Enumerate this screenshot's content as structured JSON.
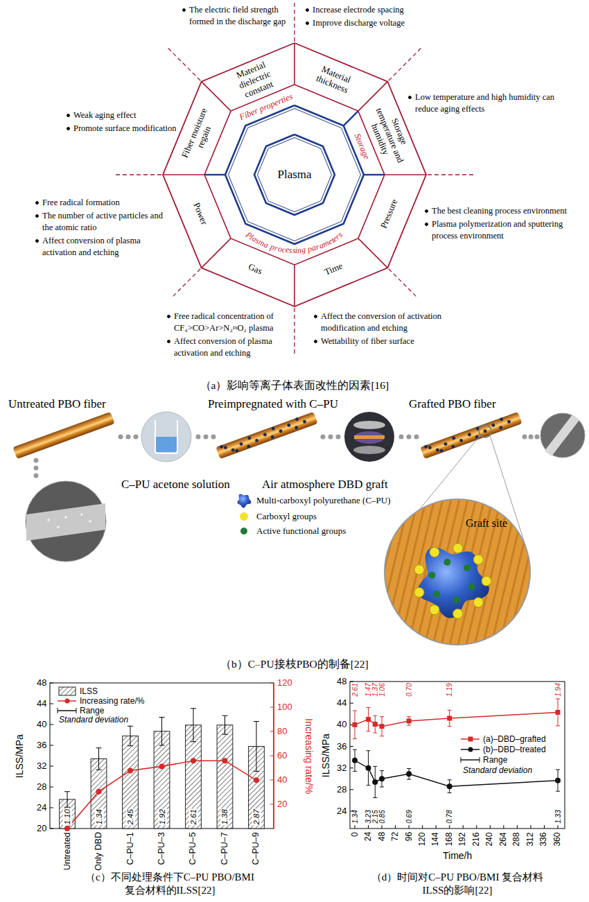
{
  "diagram": {
    "nodes": [
      {
        "text": [
          "Material dielectric constant"
        ]
      },
      {
        "text": [
          "Material thickness"
        ]
      },
      {
        "text": [
          "Storage temperature and humidity"
        ]
      },
      {
        "text": [
          "Pressure"
        ]
      },
      {
        "text": [
          "Time"
        ]
      },
      {
        "text": [
          "Gas"
        ]
      },
      {
        "text": [
          "Power"
        ]
      },
      {
        "text": [
          "Fiber moisture regain"
        ]
      },
      {
        "text": [
          "Fiber properties"
        ]
      },
      {
        "text": [
          "Storage"
        ]
      },
      {
        "text": [
          "Plasma processing parameters"
        ]
      },
      {
        "text": [
          "Plasma"
        ]
      }
    ],
    "labels": [
      "The electric field strength formed in the discharge gap",
      "Increase electrode spacing",
      "Improve discharge voltage",
      "Low temperature and high humidity can reduce aging effects",
      "The best cleaning process environment",
      "Plasma polymerization and sputtering process environment",
      "Affect the conversion of activation modification and etching",
      "Wettability of fiber surface",
      "Free radical concentration of CF₄>CO>Ar>N₂≈O₂ plasma",
      "Affect conversion of plasma activation and etching",
      "Free radical formation",
      "The number of active particles and the atomic ratio",
      "Affect conversion of plasma activation and etching",
      "Weak aging effect",
      "Promote surface modification",
      "（a）影响等离子体表面改性的因素[16]",
      "Untreated PBO fiber",
      "Preimpregnated with C–PU",
      "Grafted PBO fiber",
      "C–PU acetone solution",
      "Air atmosphere DBD graft",
      "Graft site",
      "（b）C–PU接枝PBO的制备[22]",
      "48",
      "44",
      "40",
      "36",
      "32",
      "28",
      "24",
      "20",
      "120",
      "100",
      "80",
      "60",
      "40",
      "20",
      "ILSS/MPa",
      "Increasing rate/%",
      "Untreated",
      "Only DBD",
      "C–PU–1",
      "C–PU–3",
      "C–PU–5",
      "C–PU–7",
      "C–PU–9",
      "1.10",
      "1.34",
      "2.45",
      "1.92",
      "2.61",
      "1.38",
      "2.87",
      "Standard deviation",
      "（c）不同处理条件下C–PU PBO/BMI 复合材料的ILSS[22]",
      "48",
      "44",
      "40",
      "36",
      "32",
      "28",
      "24",
      "0",
      "24",
      "48",
      "72",
      "96",
      "120",
      "144",
      "168",
      "192",
      "216",
      "240",
      "264",
      "288",
      "312",
      "336",
      "360",
      "ILSS/MPa",
      "Time/h",
      "2.61",
      "1.47",
      "1.37",
      "1.06",
      "0.70",
      "1.19",
      "1.94",
      "1.34",
      "3.23",
      "2.15",
      "0.85",
      "0.69",
      "0.78",
      "1.33",
      "Standard deviation",
      "（d）时间对C–PU PBO/BMI 复合材料ILSS的影响[22]"
    ],
    "legend": [
      {
        "text": "Multi-carboxyl polyurethane (C–PU)"
      },
      {
        "text": "Carboxyl groups",
        "color": "#f2e32a"
      },
      {
        "text": "Active functional groups",
        "color": "#1f7a34"
      },
      {
        "text": "ILSS"
      },
      {
        "text": "Increasing rate/%"
      },
      {
        "text": "Range"
      },
      {
        "text": "(a)–DBD–grafted"
      },
      {
        "text": "(b)–DBD–treated"
      },
      {
        "text": "Range"
      }
    ]
  }
}
